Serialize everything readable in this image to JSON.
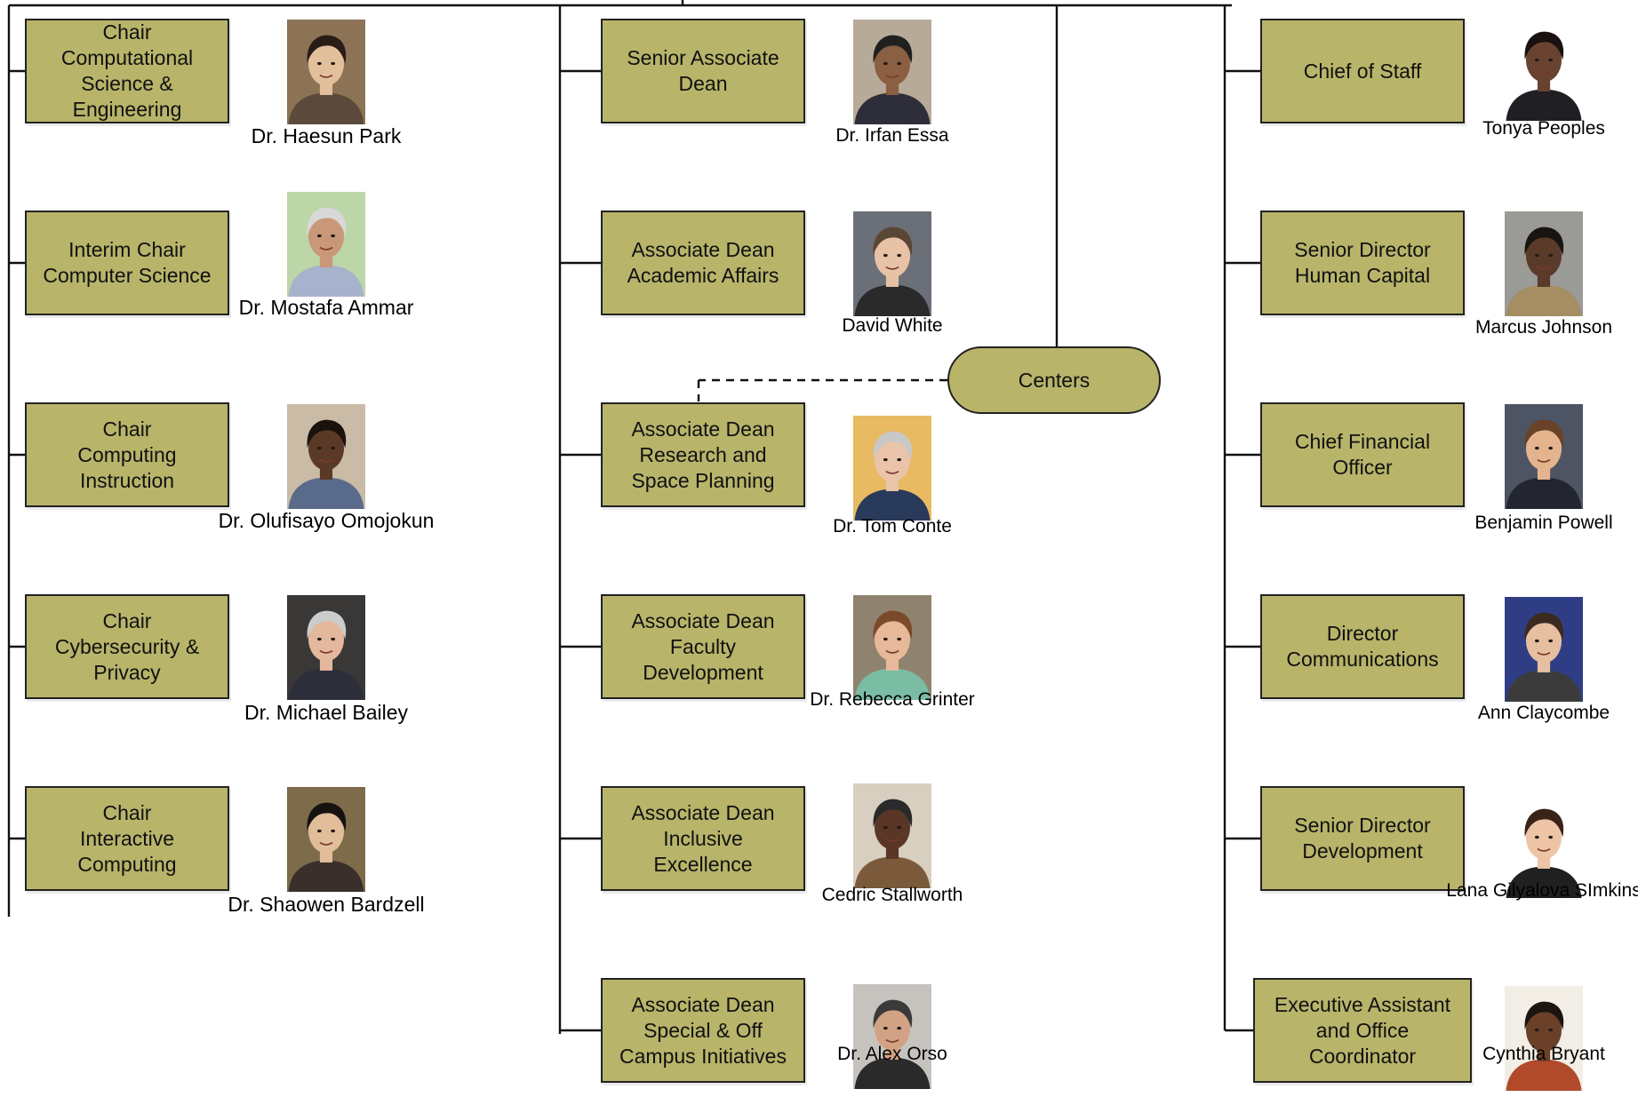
{
  "org_chart": {
    "centers_label": "Centers",
    "left_column": [
      {
        "role": "Chair\nComputational\nScience &\nEngineering",
        "name": "Dr. Haesun Park",
        "photo": "portrait-photo",
        "bg": "#8c7356",
        "skin": "#e3c09c",
        "hair": "#2a1d17",
        "shirt": "#5b4a3b"
      },
      {
        "role": "Interim Chair\nComputer Science",
        "name": "Dr. Mostafa Ammar",
        "photo": "portrait-photo",
        "bg": "#bcd6a8",
        "skin": "#c99878",
        "hair": "#d8d8d8",
        "shirt": "#a7b2cc"
      },
      {
        "role": "Chair\nComputing\nInstruction",
        "name": "Dr. Olufisayo Omojokun",
        "photo": "portrait-photo",
        "bg": "#c9bba6",
        "skin": "#5a3a26",
        "hair": "#1c120c",
        "shirt": "#5a6a8a"
      },
      {
        "role": "Chair\nCybersecurity &\nPrivacy",
        "name": "Dr. Michael Bailey",
        "photo": "portrait-photo",
        "bg": "#3a3836",
        "skin": "#e3b89c",
        "hair": "#cccccc",
        "shirt": "#2c2f3a"
      },
      {
        "role": "Chair\nInteractive\nComputing",
        "name": "Dr. Shaowen Bardzell",
        "photo": "portrait-photo",
        "bg": "#7d6b4a",
        "skin": "#e2bd9a",
        "hair": "#161210",
        "shirt": "#3a2f2a"
      }
    ],
    "middle_column": [
      {
        "role": "Senior Associate\nDean",
        "name": "Dr. Irfan Essa",
        "photo": "portrait-photo",
        "bg": "#b7aa98",
        "skin": "#8a5f42",
        "hair": "#202020",
        "shirt": "#2e2e3a"
      },
      {
        "role": "Associate Dean\nAcademic Affairs",
        "name": "David White",
        "photo": "portrait-photo",
        "bg": "#6b6f78",
        "skin": "#e7c2a6",
        "hair": "#5a4634",
        "shirt": "#2a2a2a"
      },
      {
        "role": "Associate Dean\nResearch and\nSpace Planning",
        "name": "Dr. Tom Conte",
        "photo": "portrait-photo",
        "bg": "#e8ba62",
        "skin": "#eac4aa",
        "hair": "#c8c8c8",
        "shirt": "#2a3a5a"
      },
      {
        "role": "Associate Dean\nFaculty\nDevelopment",
        "name": "Dr. Rebecca Grinter",
        "photo": "portrait-photo",
        "bg": "#8f8370",
        "skin": "#e8b89a",
        "hair": "#7a4a2a",
        "shirt": "#7abca4"
      },
      {
        "role": "Associate Dean\nInclusive\nExcellence",
        "name": "Cedric Stallworth",
        "photo": "portrait-photo",
        "bg": "#d8cfc1",
        "skin": "#5a3626",
        "hair": "#2a2a2a",
        "shirt": "#7a5a3a"
      },
      {
        "role": "Associate Dean\nSpecial & Off\nCampus Initiatives",
        "name": "Dr. Alex Orso",
        "photo": "portrait-photo",
        "bg": "#c6c3bf",
        "skin": "#d2a284",
        "hair": "#3a3a3a",
        "shirt": "#2a2a2a"
      }
    ],
    "right_column": [
      {
        "role": "Chief of Staff",
        "name": "Tonya Peoples",
        "photo": "portrait-photo",
        "bg": "#ffffff",
        "skin": "#6a4330",
        "hair": "#1a1210",
        "shirt": "#1f1f24"
      },
      {
        "role": "Senior Director\nHuman Capital",
        "name": "Marcus Johnson",
        "photo": "portrait-photo",
        "bg": "#9a9a96",
        "skin": "#5a3a28",
        "hair": "#181410",
        "shirt": "#a58d64"
      },
      {
        "role": "Chief Financial\nOfficer",
        "name": "Benjamin Powell",
        "photo": "portrait-photo",
        "bg": "#4d5564",
        "skin": "#e4b48e",
        "hair": "#6a4228",
        "shirt": "#23262e"
      },
      {
        "role": "Director\nCommunications",
        "name": "Ann Claycombe",
        "photo": "portrait-photo",
        "bg": "#2f3e84",
        "skin": "#e5bfa0",
        "hair": "#3a2a20",
        "shirt": "#3b3b3b"
      },
      {
        "role": "Senior Director\nDevelopment",
        "name": "Lana Gilyalova SImkins",
        "photo": "portrait-photo",
        "bg": "#ffffff",
        "skin": "#eec4a6",
        "hair": "#3a2418",
        "shirt": "#202020"
      },
      {
        "role": "Executive Assistant\nand Office\nCoordinator",
        "name": "Cynthia Bryant",
        "photo": "portrait-photo",
        "bg": "#f2eee6",
        "skin": "#6a4028",
        "hair": "#1c1410",
        "shirt": "#b04a2a"
      }
    ]
  }
}
